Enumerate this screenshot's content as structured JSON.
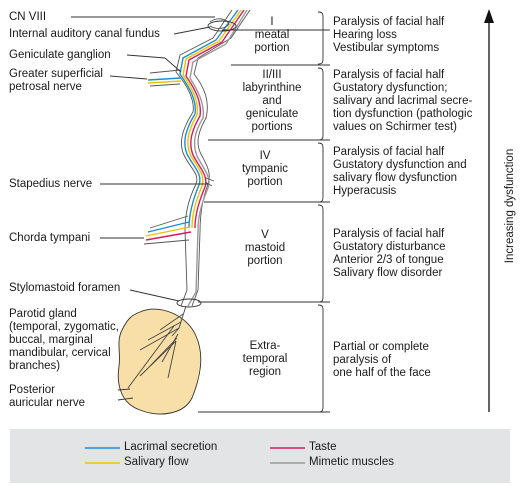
{
  "nerve_labels": {
    "cn8": "CN VIII",
    "fundus": "Internal auditory canal fundus",
    "geniculate": "Geniculate ganglion",
    "gsp_1": "Greater superficial",
    "gsp_2": "petrosal nerve",
    "stapedius": "Stapedius nerve",
    "chorda": "Chorda tympani",
    "stylomastoid": "Stylomastoid foramen",
    "parotid": [
      "Parotid gland",
      "(temporal, zygomatic,",
      "buccal, marginal",
      "mandibular, cervical",
      "branches)"
    ],
    "posterior": [
      "Posterior",
      "auricular nerve"
    ]
  },
  "portions": [
    {
      "lines": [
        "I",
        "meatal",
        "portion"
      ]
    },
    {
      "lines": [
        "II/III",
        "labyrinthine",
        "and",
        "geniculate",
        "portions"
      ]
    },
    {
      "lines": [
        "IV",
        "tympanic",
        "portion"
      ]
    },
    {
      "lines": [
        "V",
        "mastoid",
        "portion"
      ]
    },
    {
      "lines": [
        "Extra-",
        "temporal",
        "region"
      ]
    }
  ],
  "symptoms": [
    {
      "lines": [
        "Paralysis of facial half",
        "Hearing loss",
        "Vestibular symptoms"
      ]
    },
    {
      "lines": [
        "Paralysis of facial half",
        "Gustatory dysfunction;",
        "salivary and lacrimal secre-",
        "tion dysfunction (pathologic",
        "values on Schirmer test)"
      ]
    },
    {
      "lines": [
        "Paralysis of facial half",
        "Gustatory dysfunction and",
        "salivary flow dysfunction",
        "Hyperacusis"
      ]
    },
    {
      "lines": [
        "Paralysis of facial half",
        "Gustatory disturbance",
        "Anterior 2/3 of tongue",
        "Salivary flow disorder"
      ]
    },
    {
      "lines": [
        "Partial or complete",
        "paralysis of",
        "one half of the face"
      ]
    }
  ],
  "axis_label": "Increasing dysfunction",
  "legend": [
    {
      "label": "Lacrimal secretion",
      "color": "#1a8fd0"
    },
    {
      "label": "Taste",
      "color": "#d81b60"
    },
    {
      "label": "Salivary flow",
      "color": "#f2c200"
    },
    {
      "label": "Mimetic muscles",
      "color": "#9a9a9a"
    }
  ],
  "colors": {
    "lacrimal": "#1a8fd0",
    "taste": "#d81b60",
    "salivary": "#f2c200",
    "mimetic": "#9a9a9a",
    "gland": "#f8dfa8",
    "legend_bg": "#e3e4e6"
  }
}
